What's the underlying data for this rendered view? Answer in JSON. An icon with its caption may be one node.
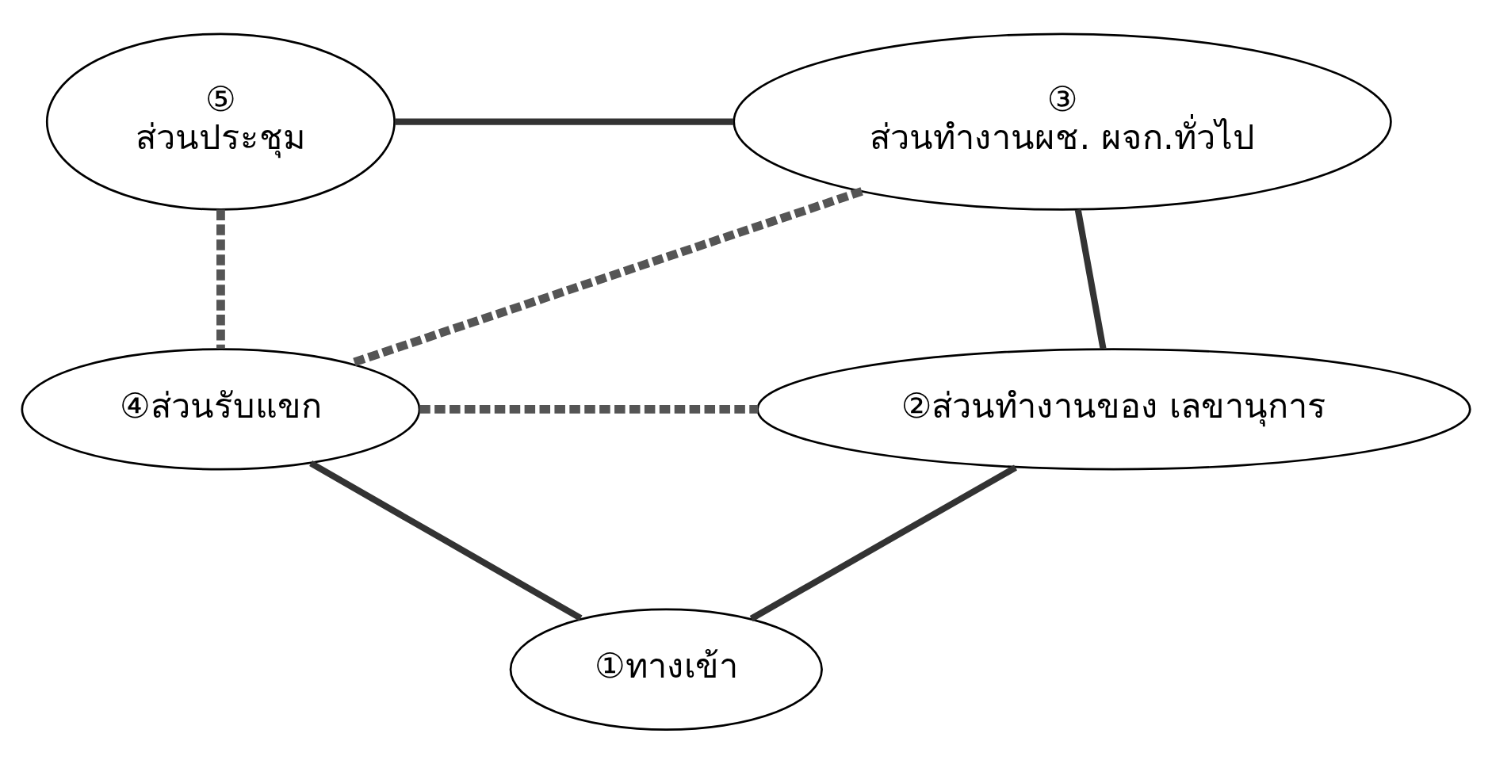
{
  "diagram": {
    "nodes": [
      {
        "text": [
          "⑤",
          "ส่วนประชุม"
        ]
      },
      {
        "text": [
          "③",
          "ส่วนทำงานผช. ผจก.ทั่วไป"
        ]
      },
      {
        "text": [
          "④ส่วนรับแขก"
        ]
      },
      {
        "text": [
          "②ส่วนทำงานของ เลขานุการ"
        ]
      },
      {
        "text": [
          "①ทางเข้า"
        ]
      }
    ],
    "edges": [
      {
        "from": 0,
        "to": 1,
        "arrow": "none"
      },
      {
        "from": 0,
        "to": 2,
        "arrow": "none",
        "style": "dashed"
      },
      {
        "from": 1,
        "to": 3,
        "arrow": "none"
      },
      {
        "from": 2,
        "to": 1,
        "arrow": "none",
        "style": "dashed"
      },
      {
        "from": 2,
        "to": 3,
        "arrow": "none",
        "style": "dashed"
      },
      {
        "from": 2,
        "to": 4,
        "arrow": "none"
      },
      {
        "from": 4,
        "to": 3,
        "arrow": "none"
      }
    ]
  }
}
